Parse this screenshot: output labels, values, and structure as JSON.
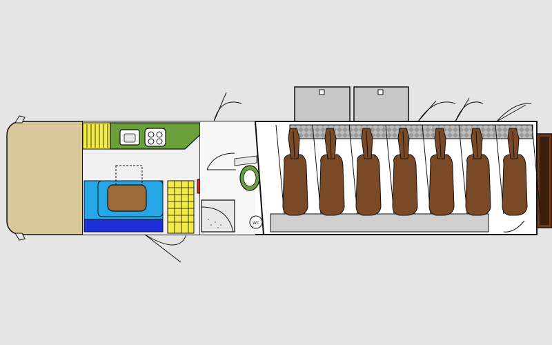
{
  "diagram": {
    "type": "horse-truck-floor-plan",
    "labels": {
      "wc": "WC"
    },
    "compartments": [
      "cab",
      "living-area",
      "kitchenette",
      "bathroom",
      "horse-area",
      "external-lockers"
    ],
    "horse_count": 7,
    "colors": {
      "background": "#e5e5e5",
      "cab": "#d8c89a",
      "kitchen_counter": "#6aa03a",
      "seating_blue": "#27a6e6",
      "seating_dark_blue": "#1e2ed8",
      "table_brown": "#9c6b3a",
      "ladder_yellow": "#f2ea46",
      "red_block": "#e32222",
      "horse_brown": "#7a4a26",
      "locker_grey": "#c8c8c8",
      "floor_rubber": "#cfcfcf",
      "outline": "#111111"
    }
  }
}
